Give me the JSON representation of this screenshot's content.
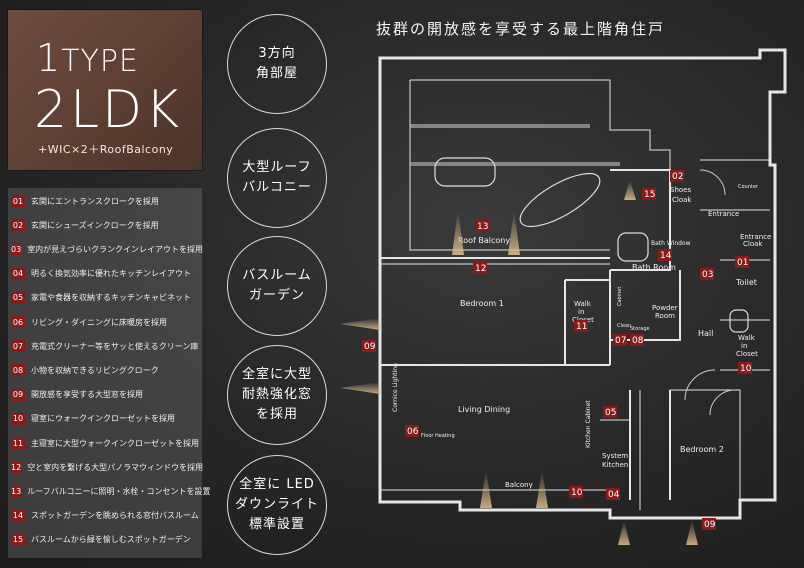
{
  "type": {
    "line1_a": "1",
    "line1_b": "TYPE",
    "line2": "2LDK",
    "sub": "+WIC×2＋RoofBalcony"
  },
  "heading": "抜群の開放感を享受する最上階角住戸",
  "features": [
    {
      "num": "01",
      "text": "玄関にエントランスクロークを採用"
    },
    {
      "num": "02",
      "text": "玄関にシューズインクロークを採用"
    },
    {
      "num": "03",
      "text": "室内が見えづらいクランクインレイアウトを採用"
    },
    {
      "num": "04",
      "text": "明るく換気効率に優れたキッチンレイアウト"
    },
    {
      "num": "05",
      "text": "家電や食器を収納するキッチンキャビネット"
    },
    {
      "num": "06",
      "text": "リビング・ダイニングに床暖房を採用"
    },
    {
      "num": "07",
      "text": "充電式クリーナー等をサッと使えるクリーン庫"
    },
    {
      "num": "08",
      "text": "小物を収納できるリビングクローク"
    },
    {
      "num": "09",
      "text": "開放感を享受する大型窓を採用"
    },
    {
      "num": "10",
      "text": "寝室にウォークインクローゼットを採用"
    },
    {
      "num": "11",
      "text": "主寝室に大型ウォークインクローゼットを採用"
    },
    {
      "num": "12",
      "text": "空と室内を繋げる大型パノラマウィンドウを採用"
    },
    {
      "num": "13",
      "text": "ルーフバルコニーに照明・水栓・コンセントを設置"
    },
    {
      "num": "14",
      "text": "スポットガーデンを眺められる窓付バスルーム"
    },
    {
      "num": "15",
      "text": "バスルームから緑を愉しむスポットガーデン"
    }
  ],
  "circles": [
    "3方向\n角部屋",
    "大型ルーフ\nバルコニー",
    "バスルーム\nガーデン",
    "全室に大型\n耐熱強化窓\nを採用",
    "全室に LED\nダウンライト\n標準設置"
  ],
  "plan": {
    "rooms": {
      "roof_balcony": "Roof Balcony",
      "bedroom1": "Bedroom 1",
      "living": "Living Dining",
      "bedroom2": "Bedroom 2",
      "hall": "Hall",
      "toilet": "Toilet",
      "bath": "Bath Room",
      "bath_window": "Bath Window",
      "powder": "Powder",
      "powder2": "Room",
      "entrance": "Entrance",
      "entrance_cloak1": "Entrance",
      "entrance_cloak2": "Cloak",
      "shoes_cloak1": "Shoes",
      "shoes_cloak2": "Cloak",
      "walk_in1": "Walk",
      "walk_in2": "in",
      "walk_in3": "Closet",
      "walk_in_b2_1": "Walk",
      "walk_in_b2_2": "in",
      "walk_in_b2_3": "Closet",
      "system_kitchen1": "System",
      "system_kitchen2": "Kitchen",
      "kitchen_cabinet": "Kitchen Cabinet",
      "balcony": "Balcony",
      "cornice": "Cornice Lighting",
      "floor_heating": "Floor Heating",
      "counter": "Counter",
      "cabinet": "Cabinet",
      "storage": "Storage",
      "clean": "Clean"
    },
    "badges": [
      "01",
      "02",
      "03",
      "04",
      "05",
      "06",
      "07",
      "08",
      "09",
      "09",
      "10",
      "10",
      "11",
      "12",
      "13",
      "14",
      "15"
    ]
  }
}
